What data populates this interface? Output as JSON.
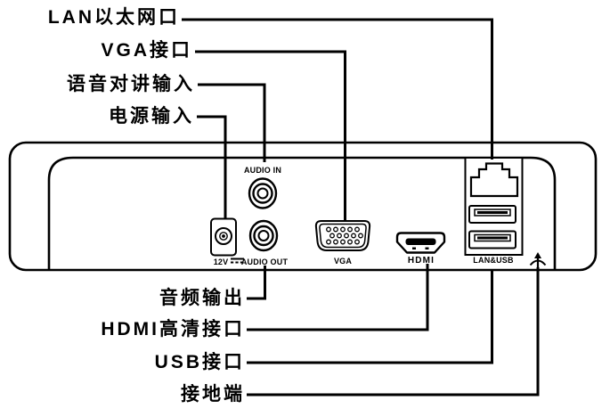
{
  "diagram": {
    "background": "#ffffff",
    "line_color": "#000000",
    "callouts_top": [
      {
        "label": "LAN以太网口",
        "target": "lan-port"
      },
      {
        "label": "VGA接口",
        "target": "vga-port"
      },
      {
        "label": "语音对讲输入",
        "target": "audio-in-port"
      },
      {
        "label": "电源输入",
        "target": "power-jack"
      }
    ],
    "callouts_bottom": [
      {
        "label": "音频输出",
        "target": "audio-out-port"
      },
      {
        "label": "HDMI高清接口",
        "target": "hdmi-port"
      },
      {
        "label": "USB接口",
        "target": "usb-ports"
      },
      {
        "label": "接地端",
        "target": "ground-terminal"
      }
    ],
    "port_labels": {
      "power": "12V",
      "audio_in": "AUDIO IN",
      "audio_out": "AUDIO OUT",
      "vga": "VGA",
      "hdmi": "HDMI",
      "lan_usb": "LAN&USB"
    }
  }
}
